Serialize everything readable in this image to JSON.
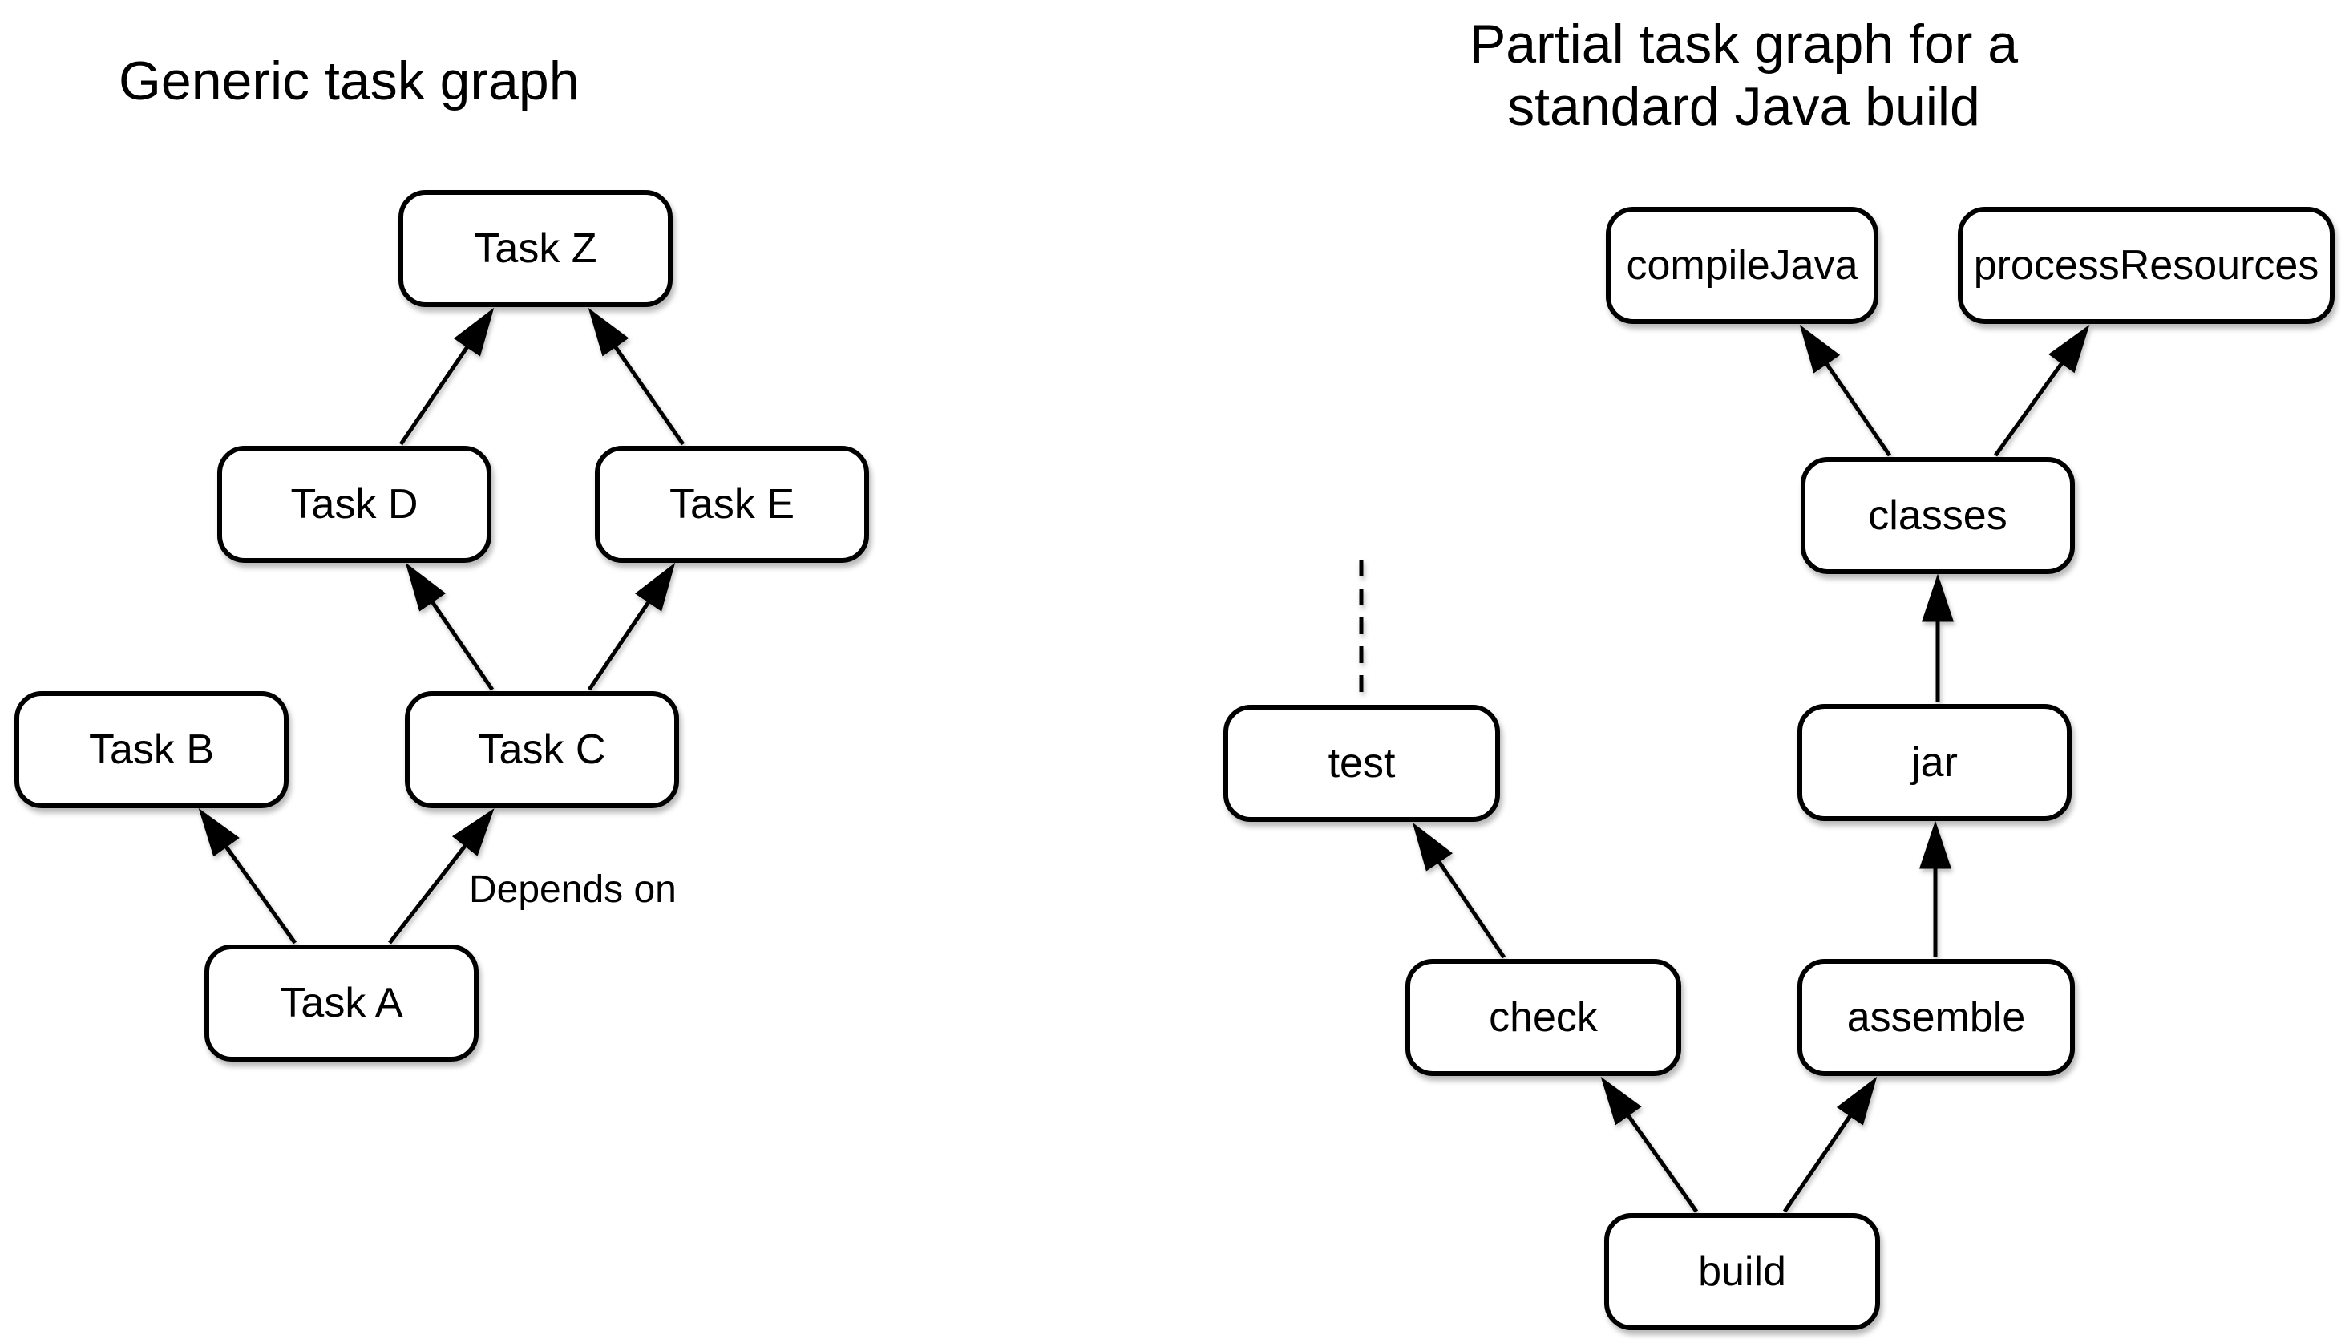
{
  "page": {
    "background_color": "#ffffff",
    "stroke_color": "#000000",
    "node_fill_color": "#ffffff",
    "text_color": "#000000"
  },
  "left_graph": {
    "title": "Generic task graph",
    "nodes": {
      "task_z": "Task Z",
      "task_d": "Task D",
      "task_e": "Task E",
      "task_b": "Task B",
      "task_c": "Task C",
      "task_a": "Task A"
    },
    "edge_label": "Depends on",
    "edges": [
      {
        "from": "Task A",
        "to": "Task B",
        "style": "solid-arrow"
      },
      {
        "from": "Task A",
        "to": "Task C",
        "style": "solid-arrow",
        "label": "Depends on"
      },
      {
        "from": "Task C",
        "to": "Task D",
        "style": "solid-arrow"
      },
      {
        "from": "Task C",
        "to": "Task E",
        "style": "solid-arrow"
      },
      {
        "from": "Task D",
        "to": "Task Z",
        "style": "solid-arrow"
      },
      {
        "from": "Task E",
        "to": "Task Z",
        "style": "solid-arrow"
      }
    ]
  },
  "right_graph": {
    "title_line1": "Partial task graph for a",
    "title_line2": "standard Java build",
    "nodes": {
      "compile_java": "compileJava",
      "process_resources": "processResources",
      "classes": "classes",
      "jar": "jar",
      "test": "test",
      "check": "check",
      "assemble": "assemble",
      "build": "build"
    },
    "edges": [
      {
        "from": "classes",
        "to": "compileJava",
        "style": "solid-arrow"
      },
      {
        "from": "classes",
        "to": "processResources",
        "style": "solid-arrow"
      },
      {
        "from": "jar",
        "to": "classes",
        "style": "solid-arrow"
      },
      {
        "from": "assemble",
        "to": "jar",
        "style": "solid-arrow"
      },
      {
        "from": "check",
        "to": "test",
        "style": "solid-arrow"
      },
      {
        "from": "build",
        "to": "check",
        "style": "solid-arrow"
      },
      {
        "from": "build",
        "to": "assemble",
        "style": "solid-arrow"
      },
      {
        "from": "test",
        "to": "",
        "style": "dashed-line-continuation"
      }
    ]
  }
}
